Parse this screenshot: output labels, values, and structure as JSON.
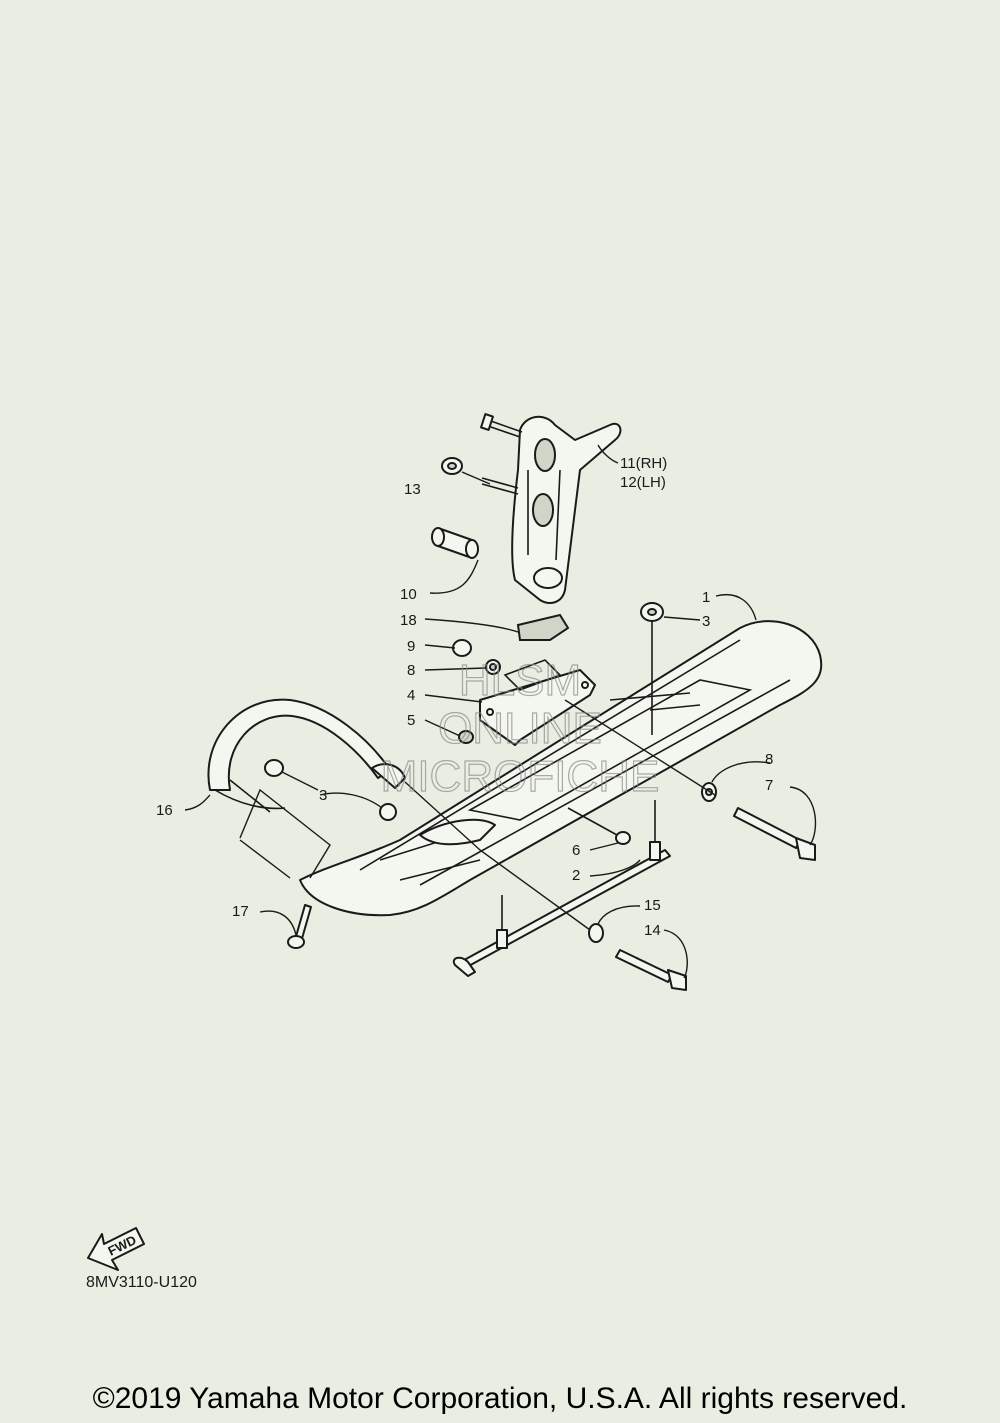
{
  "diagram": {
    "callouts": {
      "c1": "1",
      "c2": "2",
      "c3a": "3",
      "c3b": "3",
      "c4": "4",
      "c5": "5",
      "c6": "6",
      "c7": "7",
      "c8a": "8",
      "c8b": "8",
      "c9": "9",
      "c10": "10",
      "c11": "11(RH)",
      "c12": "12(LH)",
      "c13": "13",
      "c14": "14",
      "c15": "15",
      "c16": "16",
      "c17": "17",
      "c18": "18"
    },
    "watermark": {
      "line1": "HLSM",
      "line2": "ONLINE",
      "line3": "MICROFICHE"
    },
    "fwd_label": "FWD",
    "diagram_code": "8MV3110-U120",
    "copyright": "©2019 Yamaha Motor Corporation, U.S.A. All rights reserved."
  }
}
